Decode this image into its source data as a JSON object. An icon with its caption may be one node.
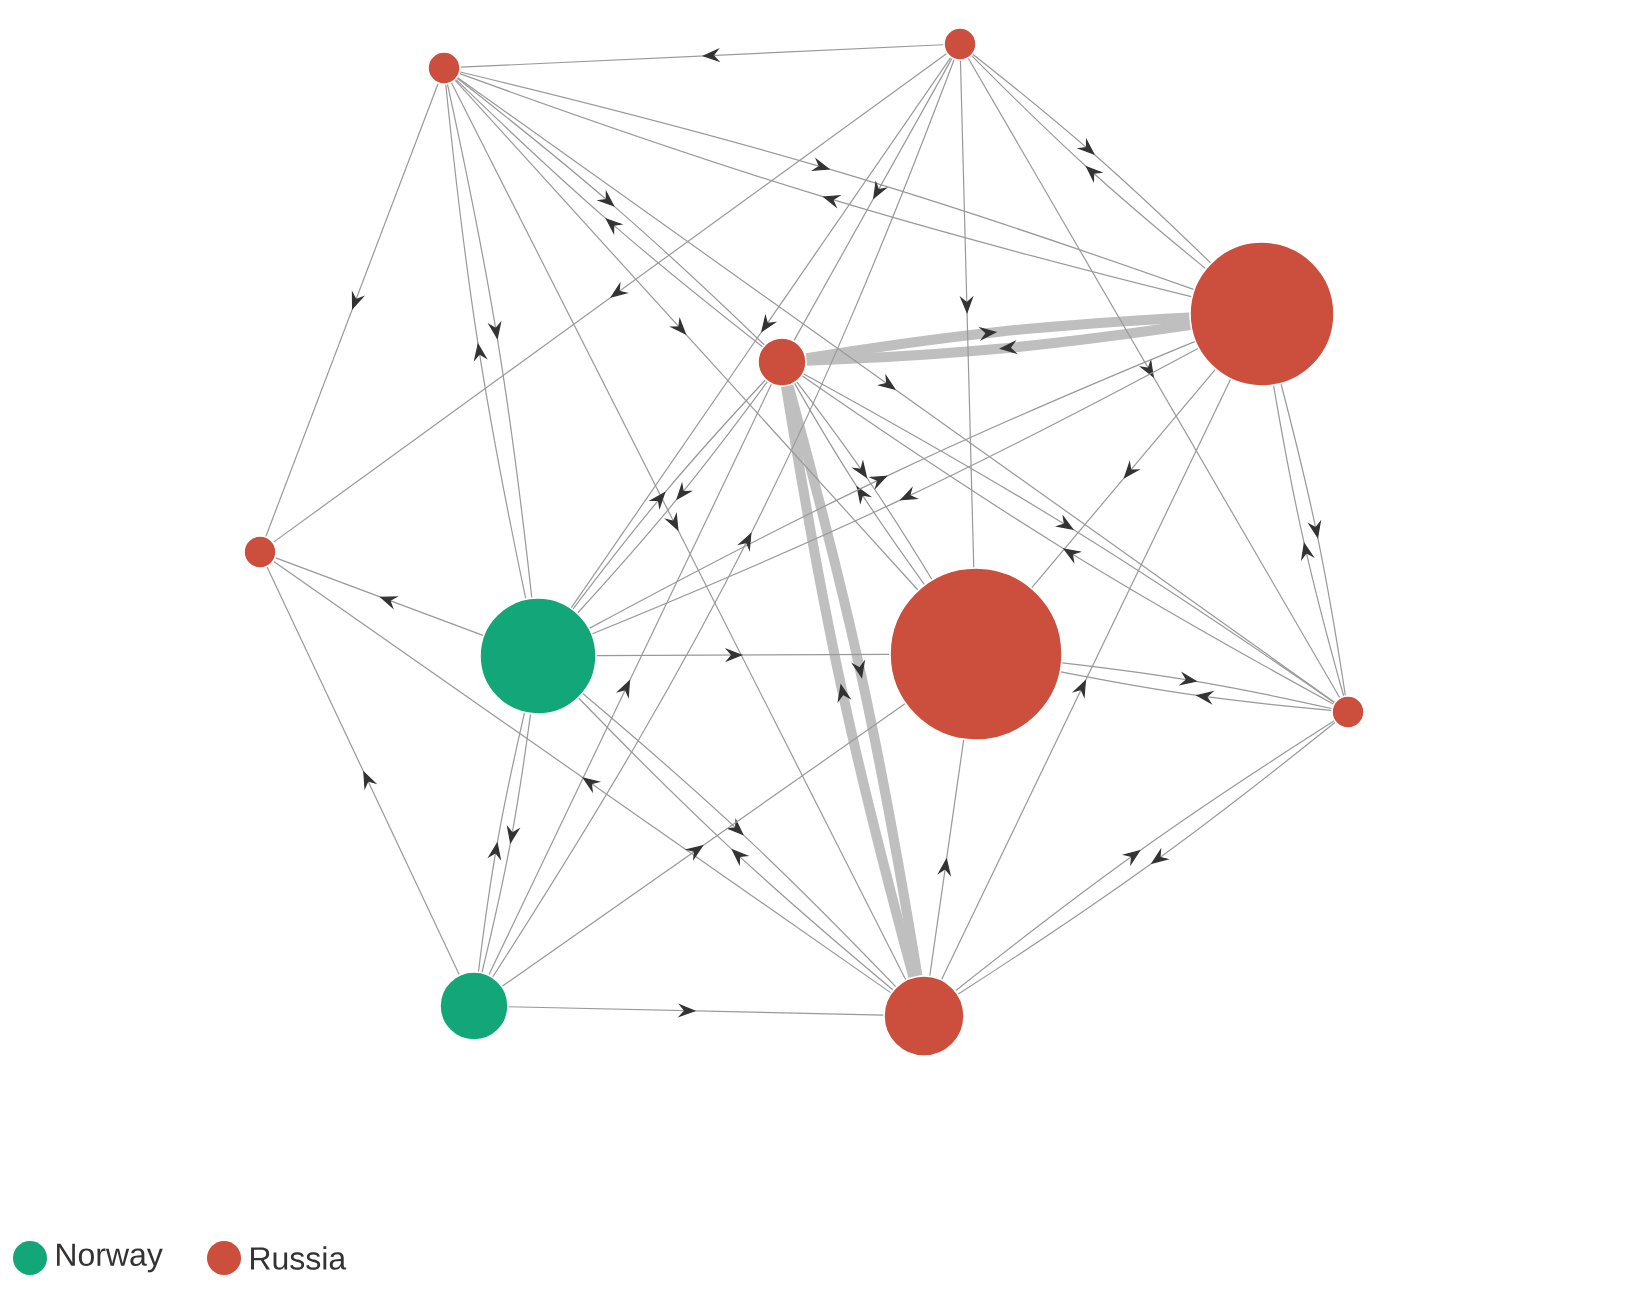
{
  "diagram": {
    "nodes": [
      {
        "text": [],
        "shape": "circle"
      },
      {
        "text": [],
        "shape": "circle"
      },
      {
        "text": [],
        "shape": "circle"
      },
      {
        "text": [],
        "shape": "circle"
      },
      {
        "text": [],
        "shape": "circle"
      },
      {
        "text": [],
        "shape": "circle"
      },
      {
        "text": [],
        "shape": "circle"
      },
      {
        "text": [],
        "shape": "circle"
      },
      {
        "text": [],
        "shape": "circle"
      },
      {
        "text": [],
        "shape": "circle"
      }
    ],
    "edges": [
      {
        "from": 1,
        "to": 0,
        "arrow": "to"
      },
      {
        "from": 0,
        "to": 4,
        "arrow": "to"
      },
      {
        "from": 0,
        "to": 5,
        "arrow": "to"
      },
      {
        "from": 5,
        "to": 0,
        "arrow": "to"
      },
      {
        "from": 0,
        "to": 3,
        "arrow": "to"
      },
      {
        "from": 3,
        "to": 0,
        "arrow": "to"
      },
      {
        "from": 0,
        "to": 6,
        "arrow": "to"
      },
      {
        "from": 0,
        "to": 2,
        "arrow": "to"
      },
      {
        "from": 2,
        "to": 0,
        "arrow": "to"
      },
      {
        "from": 0,
        "to": 7,
        "arrow": "to"
      },
      {
        "from": 0,
        "to": 9,
        "arrow": "to"
      },
      {
        "from": 1,
        "to": 5,
        "arrow": "to"
      },
      {
        "from": 1,
        "to": 4,
        "arrow": "to"
      },
      {
        "from": 1,
        "to": 2,
        "arrow": "to"
      },
      {
        "from": 2,
        "to": 1,
        "arrow": "to"
      },
      {
        "from": 1,
        "to": 6,
        "arrow": "to"
      },
      {
        "from": 1,
        "to": 7,
        "arrow": "to"
      },
      {
        "from": 1,
        "to": 3,
        "arrow": "to"
      },
      {
        "from": 3,
        "to": 2,
        "arrow": "to",
        "style": "thick"
      },
      {
        "from": 2,
        "to": 3,
        "arrow": "to",
        "style": "thick"
      },
      {
        "from": 3,
        "to": 9,
        "arrow": "to",
        "style": "thick"
      },
      {
        "from": 9,
        "to": 3,
        "arrow": "to",
        "style": "thick"
      },
      {
        "from": 2,
        "to": 6,
        "arrow": "to"
      },
      {
        "from": 3,
        "to": 6,
        "arrow": "to"
      },
      {
        "from": 6,
        "to": 3,
        "arrow": "to"
      },
      {
        "from": 5,
        "to": 2,
        "arrow": "to"
      },
      {
        "from": 2,
        "to": 5,
        "arrow": "to"
      },
      {
        "from": 3,
        "to": 7,
        "arrow": "to"
      },
      {
        "from": 7,
        "to": 3,
        "arrow": "to"
      },
      {
        "from": 7,
        "to": 6,
        "arrow": "to"
      },
      {
        "from": 6,
        "to": 7,
        "arrow": "to"
      },
      {
        "from": 5,
        "to": 6,
        "arrow": "to"
      },
      {
        "from": 5,
        "to": 3,
        "arrow": "to"
      },
      {
        "from": 3,
        "to": 5,
        "arrow": "to"
      },
      {
        "from": 8,
        "to": 3,
        "arrow": "to"
      },
      {
        "from": 5,
        "to": 4,
        "arrow": "to"
      },
      {
        "from": 8,
        "to": 4,
        "arrow": "to"
      },
      {
        "from": 9,
        "to": 4,
        "arrow": "to"
      },
      {
        "from": 5,
        "to": 9,
        "arrow": "to"
      },
      {
        "from": 9,
        "to": 5,
        "arrow": "to"
      },
      {
        "from": 5,
        "to": 8,
        "arrow": "to"
      },
      {
        "from": 8,
        "to": 5,
        "arrow": "to"
      },
      {
        "from": 8,
        "to": 9,
        "arrow": "to"
      },
      {
        "from": 8,
        "to": 1,
        "arrow": "to"
      },
      {
        "from": 9,
        "to": 6,
        "arrow": "to"
      },
      {
        "from": 9,
        "to": 7,
        "arrow": "to"
      },
      {
        "from": 7,
        "to": 9,
        "arrow": "to"
      },
      {
        "from": 9,
        "to": 2,
        "arrow": "to"
      },
      {
        "from": 2,
        "to": 7,
        "arrow": "to"
      },
      {
        "from": 7,
        "to": 2,
        "arrow": "to"
      },
      {
        "from": 8,
        "to": 6,
        "arrow": "to"
      }
    ],
    "legend": [
      {
        "text": "Norway",
        "color": "#13a678"
      },
      {
        "text": "Russia",
        "color": "#cc4e3c"
      }
    ]
  }
}
